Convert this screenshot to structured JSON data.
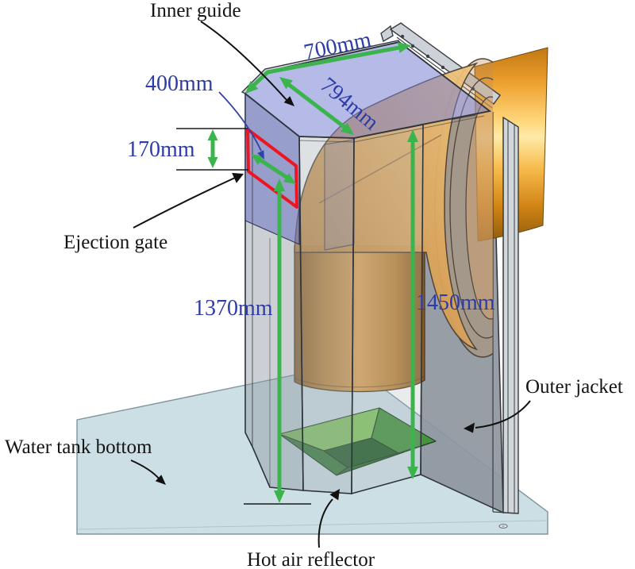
{
  "figure": {
    "type": "annotated 3D CAD diagram of chimney duct assembly on water tank",
    "background": "#ffffff"
  },
  "labels": {
    "inner_guide": "Inner guide",
    "ejection_gate": "Ejection gate",
    "water_tank_bottom": "Water tank bottom",
    "hot_air_reflector": "Hot air reflector",
    "outer_jacket": "Outer jacket"
  },
  "dimensions": {
    "top_width": "700mm",
    "top_diagonal": "794mm",
    "gate_width": "400mm",
    "gate_height": "170mm",
    "gate_to_tank_height": "1370mm",
    "duct_total_height": "1450mm"
  },
  "colors": {
    "dimension_arrow_green": "#3cb44e",
    "dimension_text_blue": "#2e3ca8",
    "gate_highlight_red": "#ee1520",
    "inner_guide_blue": "#a9aedd",
    "jacket_gray": "#8e969e",
    "pipe_orange": "#f0a530",
    "reflector_green": "#46923f",
    "tank_plate_blue_gray": "#ccdfe5",
    "label_black": "#141414"
  }
}
